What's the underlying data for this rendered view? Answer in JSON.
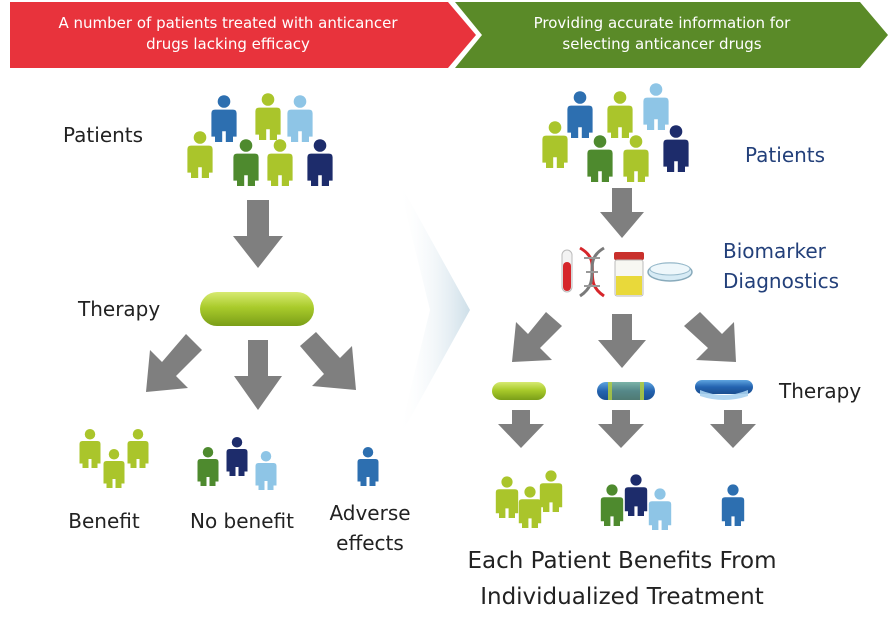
{
  "banner": {
    "left_line1": "A number of patients treated with anticancer",
    "left_line2": "drugs lacking efficacy",
    "right_line1": "Providing accurate information for",
    "right_line2": "selecting anticancer drugs",
    "left_color": "#e8333c",
    "right_color": "#5a8a28"
  },
  "left": {
    "patients_label": "Patients",
    "therapy_label": "Therapy",
    "outcome_benefit": "Benefit",
    "outcome_no_benefit": "No benefit",
    "outcome_adverse_line1": "Adverse",
    "outcome_adverse_line2": "effects"
  },
  "right": {
    "patients_label": "Patients",
    "biomarker_line1": "Biomarker",
    "biomarker_line2": "Diagnostics",
    "therapy_label": "Therapy",
    "conclusion_line1": "Each Patient Benefits From",
    "conclusion_line2": "Individualized Treatment"
  },
  "colors": {
    "lime": "#aac52b",
    "blue": "#2d6fb0",
    "navy": "#1d2c6b",
    "green": "#4e8a2e",
    "lightblue": "#8ec5e6",
    "arrow": "#7f7f7f",
    "label_blue": "#23407a"
  }
}
